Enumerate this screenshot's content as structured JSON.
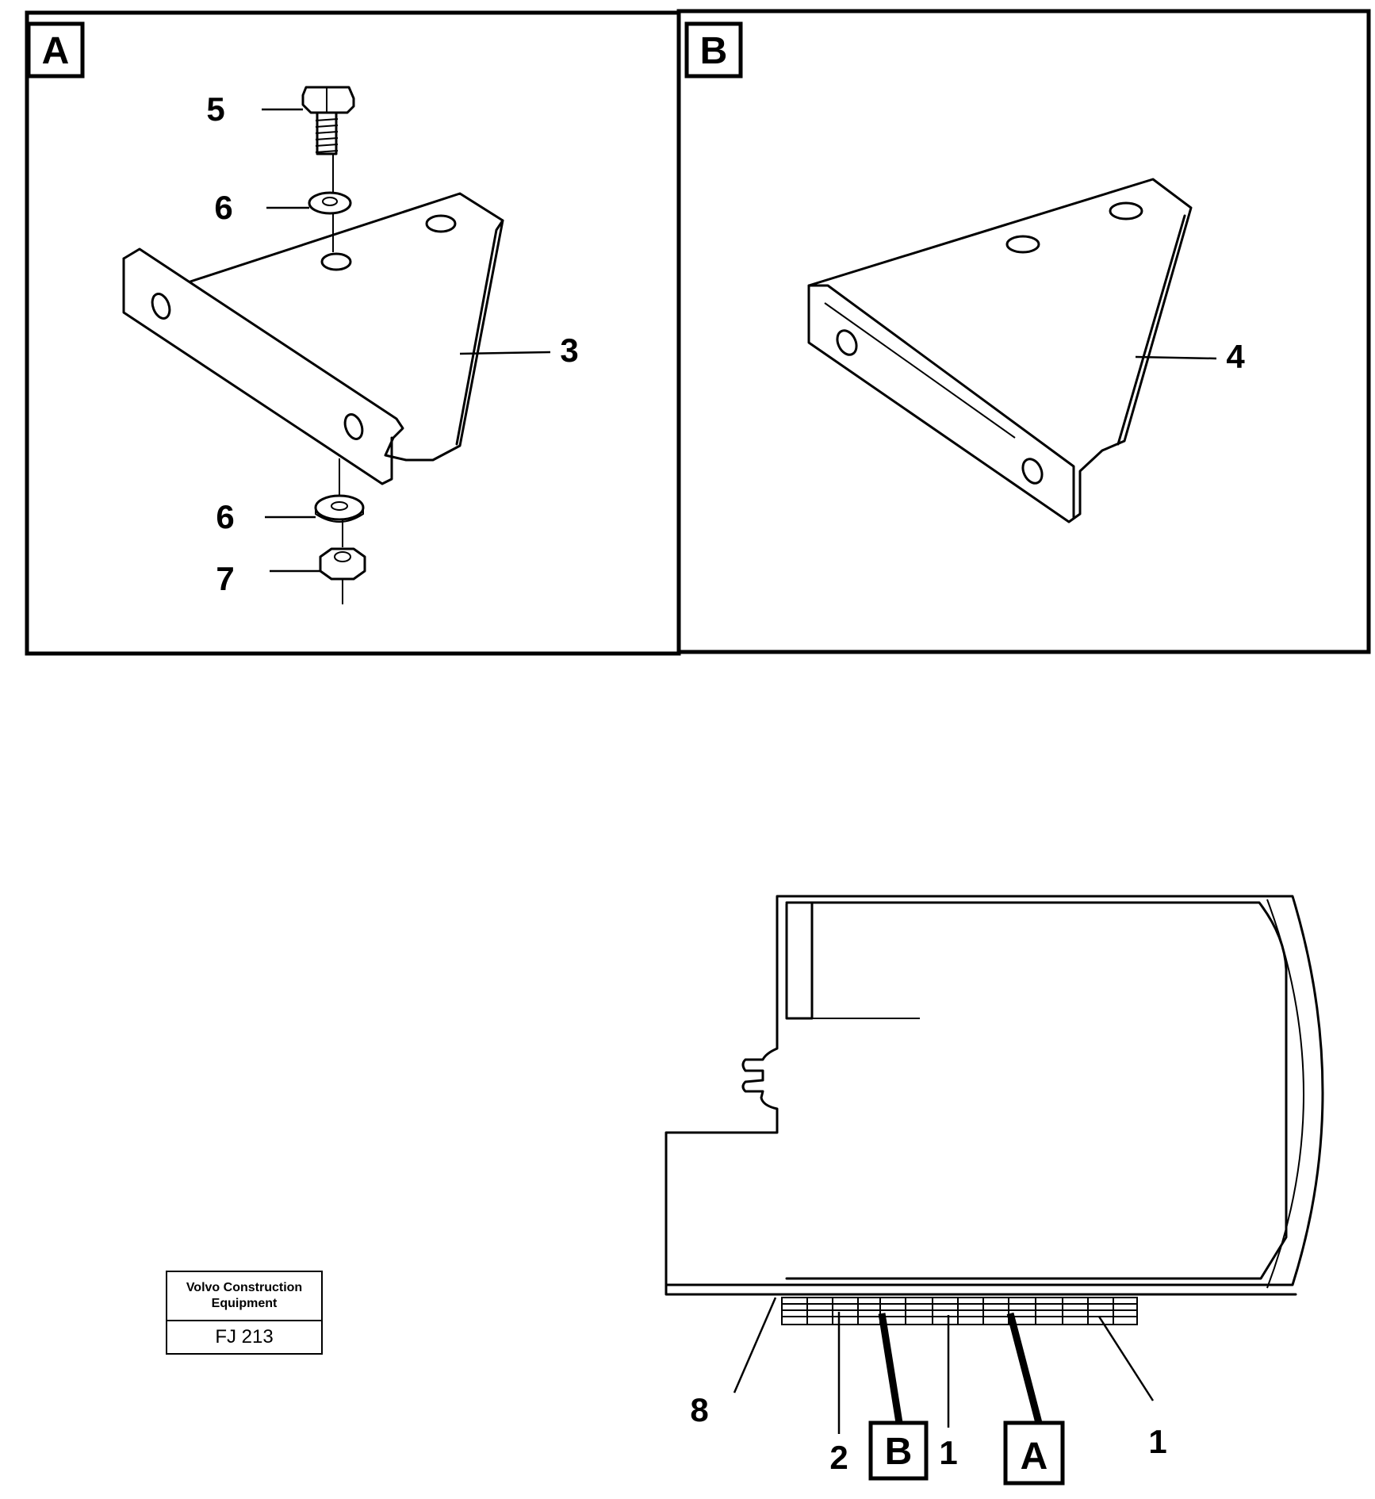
{
  "panels": {
    "a": {
      "tag": "A"
    },
    "b": {
      "tag": "B"
    }
  },
  "callouts": {
    "bolt": "5",
    "washer_upper": "6",
    "bracket_a": "3",
    "washer_lower": "6",
    "nut": "7",
    "bracket_b": "4",
    "strip_left": "8",
    "strip_item_2": "2",
    "strip_item_1_mid": "1",
    "strip_item_1_right": "1"
  },
  "strip_tags": {
    "b": "B",
    "a": "A"
  },
  "title_block": {
    "company_line1": "Volvo Construction",
    "company_line2": "Equipment",
    "code": "FJ 213"
  }
}
